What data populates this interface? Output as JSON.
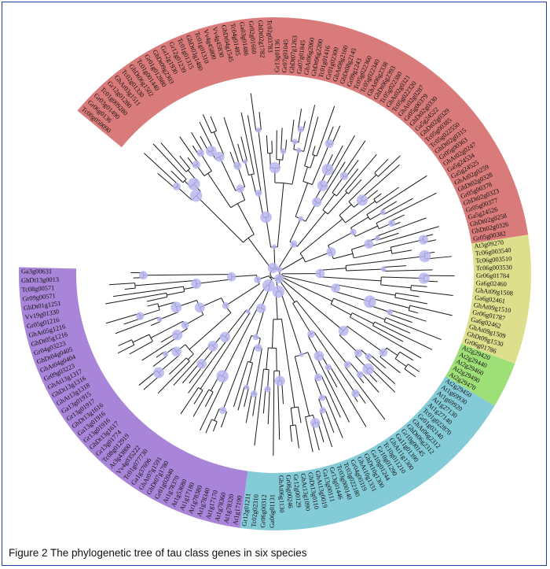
{
  "caption": "Figure 2 The phylogenetic tree of tau class genes in six species",
  "colors": {
    "red": "#d97b7a",
    "green": "#9fdf78",
    "yellow": "#dedf8c",
    "cyan": "#84cbd8",
    "purple": "#a885d9",
    "branch": "#1a1a1a",
    "bootstrap": "#b9b6ef",
    "frame": "#1d3f9e"
  },
  "clades": [
    {
      "name": "clade-red",
      "color": "#d97b7a",
      "labels": [
        "Tc00g050090",
        "Gr06g0136",
        "Gr03g01490",
        "Tc01g009280",
        "Gr12g01280",
        "GhAt03g1511",
        "Tc02g01330",
        "GhDt06g1502",
        "Tc01g001440",
        "Gr01g012880",
        "GhDt09g2303",
        "Ga12g1930",
        "Gr12g01239",
        "Tc01g01315",
        "GhDt03g1480",
        "Tc01g01310",
        "Vv4g45800",
        "Vv4g45830",
        "GhDt04g1545",
        "Tc04g01485",
        "Ga03g01486",
        "Gr02g01660",
        "GhDt02g1782",
        "Tc02g03783",
        "Gr13g01136",
        "Gr07g01045",
        "GhDt07g1263",
        "Ga07g01845",
        "GhAt06g2060",
        "GhDt06g2200",
        "Tc01g01416",
        "Gr01g02300",
        "GhAt08g2160",
        "GhDt08g2145",
        "Gr09g1243",
        "Tc05g022360",
        "Tc05g022340",
        "GhAt06g2338",
        "GhDt06g2393",
        "Tc05g022380",
        "GhAt02g0321",
        "Tc05g022320",
        "GhAt02g0287",
        "Gr05g00379",
        "GhDt02g0330",
        "Ga5g24522",
        "GhDt02g0329",
        "Tc05g00385",
        "Tc05g022550",
        "GhDt02g0315",
        "Gr05g00363",
        "GhAt02g0247",
        "Ga5g24534",
        "Ga5g24525",
        "GhAt02g0259",
        "GhDt02g0328",
        "Gr05g00378",
        "GhDt02g0323",
        "Gr05g00377",
        "Ga5g24526",
        "GhDt02g0258",
        "GhDt02g0326",
        "Gr05g00382"
      ]
    },
    {
      "name": "clade-yellow",
      "color": "#dedf8c",
      "labels": [
        "At3g09270",
        "Tc06g003540",
        "Tc06g003510",
        "Tc06g003530",
        "Gr06g01784",
        "Ga6g02460",
        "GhAt09g1508",
        "Ga6g02461",
        "GhAt09g1510",
        "Gr06g01787",
        "Ga6g02462",
        "GhAt09g1509",
        "GhDt09g1530",
        "Gr06g01786"
      ]
    },
    {
      "name": "clade-green",
      "color": "#9fdf78",
      "labels": [
        "At2g29420",
        "At2g29440",
        "At2g29460",
        "At2g29490",
        "At2g29470"
      ]
    },
    {
      "name": "clade-cyan",
      "color": "#84cbd8",
      "labels": [
        "At2g29450",
        "At1g69930",
        "At1g69920",
        "At1g27130",
        "At1g27140",
        "Tc01g022870",
        "Gr01g02140",
        "GhAt06g2312",
        "GhDt06g2312",
        "Gr10g00145",
        "Ga11g01390",
        "GhAt11g1300",
        "Tc10g011210",
        "Gr10g01290",
        "Ga10g01244",
        "GhDt10g1300",
        "GhAt10g1331",
        "Gr04g00319",
        "Tc03g022180",
        "Tc03g000140",
        "Gr13g01446",
        "Ga13g00111",
        "GhAt13g0019",
        "GhDt13g0110",
        "GhAt13g1090",
        "Gr12g00129",
        "Gr06g00246",
        "GhAt06g1130",
        "Ga06g01131",
        "Gr06g00312",
        "Tc02g02310",
        "Gr12g01211"
      ]
    },
    {
      "name": "clade-purple",
      "color": "#a885d9",
      "labels": [
        "At1g17190",
        "At1g78320",
        "At1g78360",
        "At1g17170",
        "At1g78340",
        "At1g78380",
        "At1g17180",
        "At1g53680",
        "At1g78370",
        "Gr01g02040",
        "GhDt07g1780",
        "GhAt07g1591",
        "Ga1g37696",
        "Tc01g077730",
        "Vv4g035222",
        "At3g43800",
        "Tc08g012919",
        "Gr13g01774",
        "GhDt13g1617",
        "Gr13g01916",
        "Ga13g01916",
        "GhDt13g1616",
        "Gr13g01917",
        "Ga13g01915",
        "GhAt13g1318",
        "GhDt13g1316",
        "GhAt13g1317",
        "Gr09g03223",
        "GhAt04g0404",
        "GhDt04g0405",
        "Gr04g03223",
        "GhDt05g1216",
        "GhAt05g1216",
        "Gr05g01216",
        "Vv19g01330",
        "GhDt01g1251",
        "Gr09g00571",
        "Tc08g00571",
        "GhDt13g0013",
        "Ga3g00631"
      ]
    }
  ]
}
